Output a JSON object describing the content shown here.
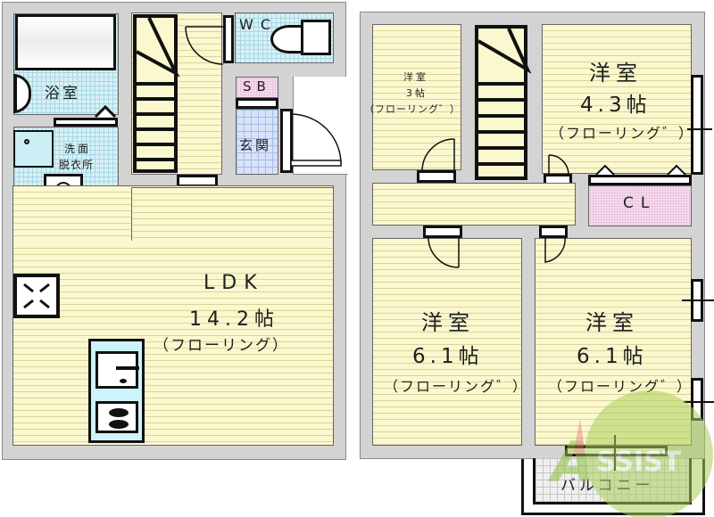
{
  "floor_plan": {
    "left_floor": {
      "rooms": {
        "bathroom": {
          "label": "浴室"
        },
        "washroom": {
          "line1": "洗面",
          "line2": "脱衣所"
        },
        "wc": {
          "label": "WC"
        },
        "shoe_box": {
          "label": "SB"
        },
        "entrance": {
          "label": "玄関"
        },
        "ldk": {
          "name": "LDK",
          "size": "14.2帖",
          "floor": "（フローリング）"
        }
      }
    },
    "right_floor": {
      "rooms": {
        "western_small": {
          "name": "洋室",
          "size": "3帖",
          "floor": "（フローリング゛）"
        },
        "western_43": {
          "name": "洋室",
          "size": "4.3帖",
          "floor": "（フローリング゛）"
        },
        "closet": {
          "label": "CL"
        },
        "western_61_left": {
          "name": "洋室",
          "size": "6.1帖",
          "floor": "（フローリング゛）"
        },
        "western_61_right": {
          "name": "洋室",
          "size": "6.1帖",
          "floor": "（フローリング゛）"
        },
        "balcony": {
          "label": "バルコニー"
        }
      }
    },
    "watermark": {
      "text": "Assist",
      "color": "#8dbf3a"
    },
    "colors": {
      "wall": "#d3d3d3",
      "flooring": "#fbf8cf",
      "wet_area_tile": "#d6f1f6",
      "entrance_tile": "#d7e2f8",
      "storage": "#f6dcef"
    }
  }
}
